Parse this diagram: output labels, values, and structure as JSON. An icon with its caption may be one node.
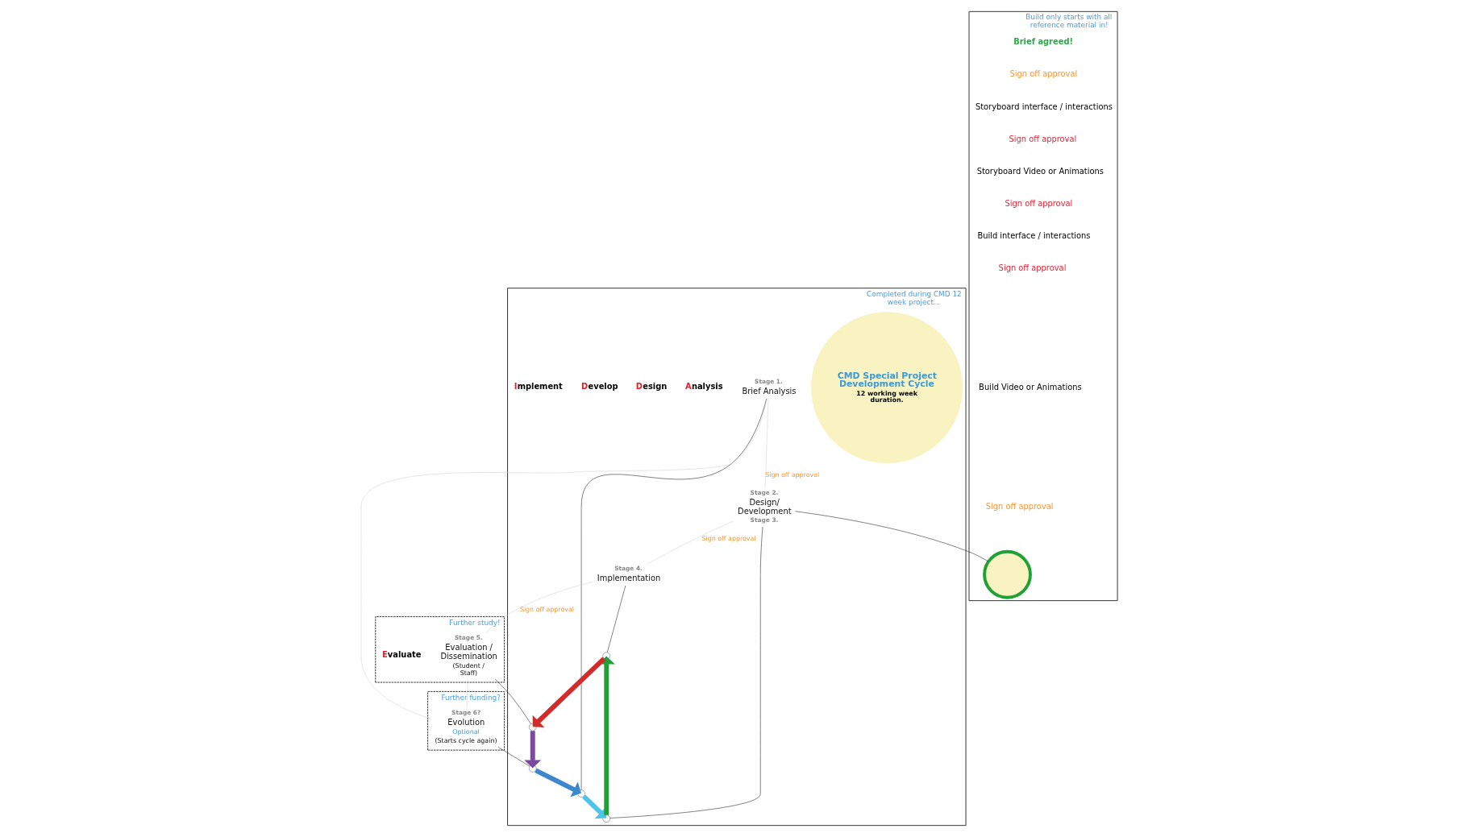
{
  "diagram": {
    "nodes": [
      {
        "text": [
          "Completed during CMD 12 week project..."
        ]
      },
      {
        "text": [
          "Further funding?"
        ]
      },
      {
        "text": [
          "Further study!"
        ]
      },
      {
        "text": [
          "Build only starts with all reference material in!"
        ]
      },
      {
        "text": [
          "CMD Special Project Development Cycle",
          "12 working week duration."
        ],
        "in": 0
      },
      {
        "text": [
          "Stage 1.",
          "Brief Analysis"
        ],
        "in": 0
      },
      {
        "text": [
          "Stage 2.",
          "Design/ Development",
          "Stage 3."
        ],
        "in": 0
      },
      {
        "text": [
          "Stage 4.",
          "Implementation"
        ],
        "in": 0
      },
      {
        "text": [
          "Stage 5.",
          "Evaluation / Dissemination",
          "(Student / Staff)"
        ],
        "in": 2
      },
      {
        "text": [
          "Stage 6?",
          "Evolution",
          "Optional",
          "(Starts cycle again)"
        ],
        "in": 1
      },
      {
        "text": [],
        "shape": "circle",
        "in": 0
      },
      {
        "text": [],
        "shape": "circle",
        "in": 0
      },
      {
        "text": [],
        "shape": "circle",
        "in": 0
      },
      {
        "text": [],
        "shape": "circle",
        "in": 0
      },
      {
        "text": [],
        "shape": "circle",
        "in": 0
      },
      {
        "text": [],
        "shape": "circle",
        "in": 3
      }
    ],
    "edges": [
      {
        "from": 10,
        "to": 11,
        "arrow": "to",
        "style": "thick",
        "color": "#4fc3e8"
      },
      {
        "from": 11,
        "to": 12,
        "arrow": "to",
        "style": "thick",
        "color": "#22a038"
      },
      {
        "from": 12,
        "to": 13,
        "arrow": "to",
        "style": "thick",
        "color": "#d32a2a"
      },
      {
        "from": 13,
        "to": 14,
        "arrow": "to",
        "style": "thick",
        "color": "#7b4a9e"
      },
      {
        "from": 14,
        "to": 10,
        "arrow": "to",
        "style": "thick",
        "color": "#3d87cc"
      },
      {
        "from": 5,
        "to": 10,
        "arrow": "none"
      },
      {
        "from": 6,
        "to": 11,
        "arrow": "none"
      },
      {
        "from": 7,
        "to": 12,
        "arrow": "none"
      },
      {
        "from": 8,
        "to": 13,
        "arrow": "none"
      },
      {
        "from": 9,
        "to": 14,
        "arrow": "none"
      },
      {
        "from": 5,
        "to": 6,
        "arrow": "none",
        "label": "Sign off approval",
        "color": "#cccccc"
      },
      {
        "from": 6,
        "to": 7,
        "arrow": "none",
        "label": "Sign off approval",
        "color": "#cccccc"
      },
      {
        "from": 7,
        "to": 8,
        "arrow": "none",
        "label": "Sign off approval",
        "color": "#cccccc"
      },
      {
        "from": 8,
        "to": 9,
        "arrow": "none",
        "color": "#cccccc"
      },
      {
        "from": 9,
        "to": 5,
        "arrow": "none",
        "color": "#cccccc"
      },
      {
        "from": 6,
        "to": 15,
        "arrow": "none"
      }
    ],
    "labels": [
      "Analysis",
      "Design",
      "Develop",
      "Implement",
      "Evaluate",
      "Brief agreed!",
      "Sign off approval",
      "Storyboard interface / interactions",
      "Sign off approval",
      "Storyboard Video or Animations",
      "Sign off approval",
      "Build interface / interactions",
      "Sign off approval",
      "Build Video or Animations",
      "Sign off approval"
    ]
  }
}
